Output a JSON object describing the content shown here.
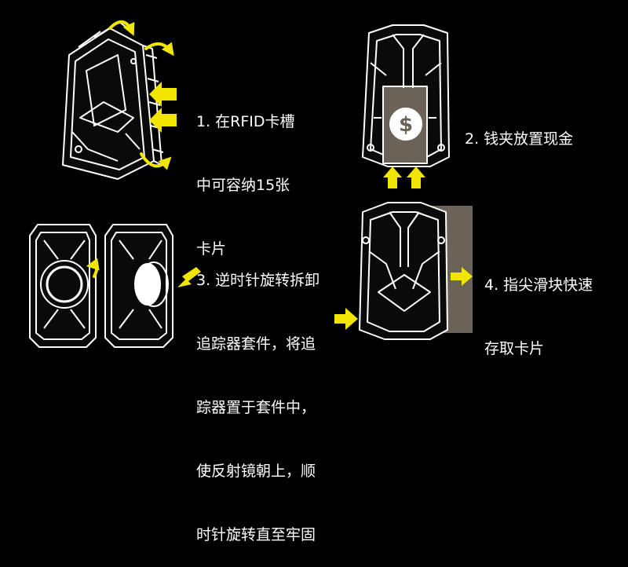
{
  "colors": {
    "background": "#000000",
    "arrow": "#f2e600",
    "line": "#ffffff",
    "leather": "#6b6358"
  },
  "steps": [
    {
      "lines": [
        "1. 在RFID卡槽",
        "中可容纳15张",
        "卡片"
      ]
    },
    {
      "lines": [
        "2. 钱夹放置现金"
      ]
    },
    {
      "lines": [
        "3. 逆时针旋转拆卸",
        "追踪器套件，将追",
        "踪器置于套件中，",
        "使反射镜朝上，顺",
        "时针旋转直至牢固"
      ]
    },
    {
      "lines": [
        "4. 指尖滑块快速",
        "存取卡片"
      ]
    }
  ],
  "illustrations": {
    "cash_symbol": "$",
    "icons": [
      "wallet-angled-icon",
      "wallet-clip-icon",
      "wallet-tracker-icon",
      "wallet-card-slide-icon",
      "arrow-icon",
      "curved-arrow-icon"
    ]
  }
}
